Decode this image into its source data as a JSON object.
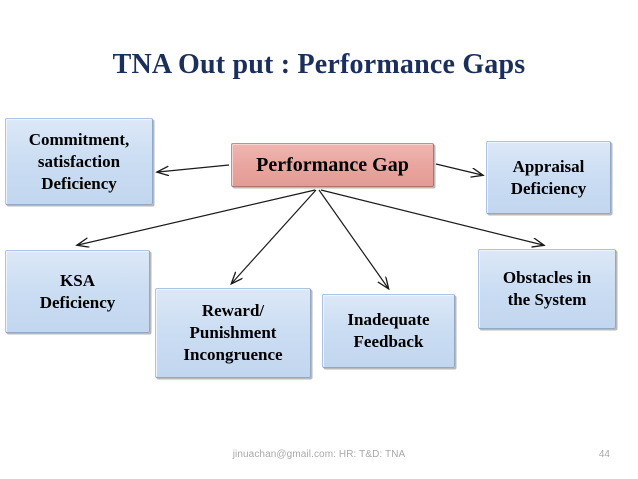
{
  "slide": {
    "title": "TNA Out put : Performance Gaps",
    "page_number": "44",
    "footer": "jinuachan@gmail.com:  HR: T&D: TNA",
    "background_color": "#ffffff",
    "title_color": "#1b2f5c"
  },
  "diagram": {
    "type": "radial-cause-map",
    "central_node": {
      "id": "performance-gap",
      "label": "Performance Gap",
      "fill_color": "#e8a49e",
      "border_color": "#cf8a84",
      "text_color": "#000000"
    },
    "cause_nodes": [
      {
        "id": "commitment",
        "label": "Commitment,\nsatisfaction\nDeficiency",
        "fill_color": "#c9dcf2",
        "border_color": "#aac4e4",
        "text_color": "#000000"
      },
      {
        "id": "appraisal",
        "label": "Appraisal\nDeficiency",
        "fill_color": "#c9dcf2",
        "border_color": "#aac4e4",
        "text_color": "#000000"
      },
      {
        "id": "ksa",
        "label": "KSA\nDeficiency",
        "fill_color": "#c9dcf2",
        "border_color": "#aac4e4",
        "text_color": "#000000"
      },
      {
        "id": "reward",
        "label": "Reward/\nPunishment\nIncongruence",
        "fill_color": "#c9dcf2",
        "border_color": "#aac4e4",
        "text_color": "#000000"
      },
      {
        "id": "feedback",
        "label": "Inadequate\nFeedback",
        "fill_color": "#c9dcf2",
        "border_color": "#aac4e4",
        "text_color": "#000000"
      },
      {
        "id": "obstacles",
        "label": "Obstacles in\nthe System",
        "fill_color": "#c9dcf2",
        "border_color": "#aac4e4",
        "text_color": "#000000"
      }
    ],
    "connections": [
      {
        "from": "performance-gap",
        "to": "commitment",
        "style": "single-arrow"
      },
      {
        "from": "performance-gap",
        "to": "appraisal",
        "style": "single-arrow"
      },
      {
        "from": "performance-gap",
        "to": "ksa",
        "style": "single-arrow"
      },
      {
        "from": "performance-gap",
        "to": "reward",
        "style": "single-arrow"
      },
      {
        "from": "performance-gap",
        "to": "feedback",
        "style": "single-arrow"
      },
      {
        "from": "performance-gap",
        "to": "obstacles",
        "style": "single-arrow"
      }
    ],
    "arrow_color": "#1a1a1a"
  }
}
